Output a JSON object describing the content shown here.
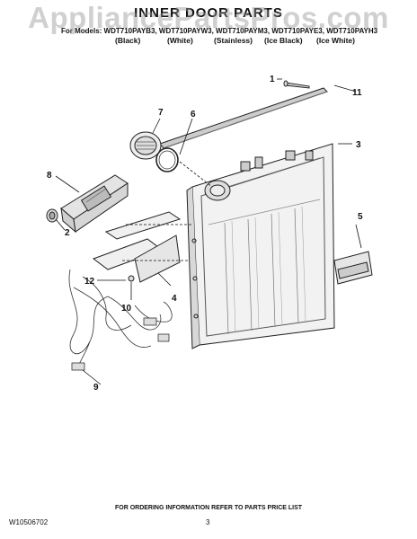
{
  "watermark": "AppliancePartsPros.com",
  "title": "INNER DOOR PARTS",
  "models_line": "For Models: WDT710PAYB3, WDT710PAYW3, WDT710PAYM3, WDT710PAYE3, WDT710PAYH3",
  "finishes": [
    "(Black)",
    "(White)",
    "(Stainless)",
    "(Ice Black)",
    "(Ice White)"
  ],
  "callouts": [
    "1",
    "2",
    "3",
    "4",
    "5",
    "6",
    "7",
    "8",
    "9",
    "10",
    "11",
    "12"
  ],
  "footer_note": "FOR ORDERING INFORMATION REFER TO PARTS PRICE LIST",
  "doc_number": "W10506702",
  "page_number": "3"
}
